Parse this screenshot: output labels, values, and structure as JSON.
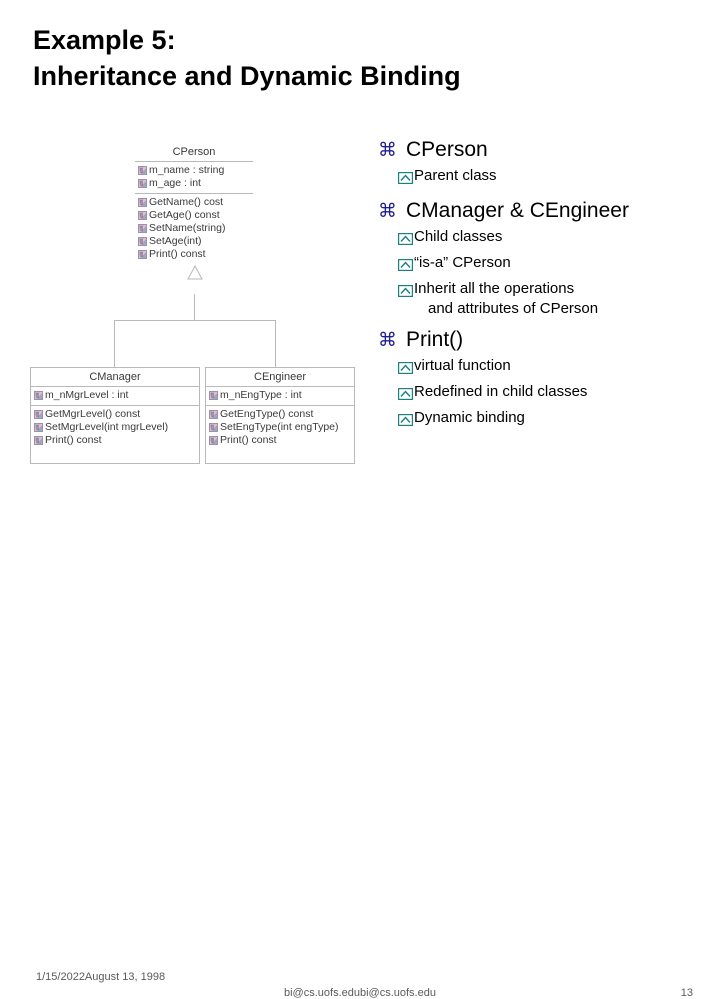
{
  "slide": {
    "title_lines": [
      "Example 5:",
      "Inheritance and Dynamic Binding"
    ]
  },
  "diagram": {
    "classes": [
      {
        "name": "CPerson",
        "attributes": [
          "m_name : string",
          "m_age : int"
        ],
        "operations": [
          "GetName() cost",
          "GetAge() const",
          "SetName(string)",
          "SetAge(int)",
          "Print() const"
        ]
      },
      {
        "name": "CManager",
        "attributes": [
          "m_nMgrLevel : int"
        ],
        "operations": [
          "GetMgrLevel() const",
          "SetMgrLevel(int mgrLevel)",
          "Print() const"
        ]
      },
      {
        "name": "CEngineer",
        "attributes": [
          "m_nEngType : int"
        ],
        "operations": [
          "GetEngType() const",
          "SetEngType(int engType)",
          "Print() const"
        ]
      }
    ],
    "relation": "generalization",
    "line_color": "#b9b9b9",
    "member_icon": "member-icon"
  },
  "outline": {
    "level1_bullet_glyph": "⌘",
    "level1_bullet_color": "#1f1f8f",
    "level2_bullet_icon": "caret-box-icon",
    "level2_bullet_color": "#1a8080",
    "groups": [
      {
        "heading": "CPerson",
        "items": [
          {
            "text": "Parent class",
            "continuation": ""
          }
        ]
      },
      {
        "heading": "CManager & CEngineer",
        "items": [
          {
            "text": "Child classes",
            "continuation": ""
          },
          {
            "text": "“is-a” CPerson",
            "continuation": ""
          },
          {
            "text": "Inherit all the operations",
            "continuation": "and attributes of CPerson"
          }
        ]
      },
      {
        "heading": "Print()",
        "items": [
          {
            "text": "virtual function",
            "continuation": ""
          },
          {
            "text": "Redefined in child classes",
            "continuation": ""
          },
          {
            "text": "Dynamic binding",
            "continuation": ""
          }
        ]
      }
    ]
  },
  "footer": {
    "date": "1/15/2022August 13, 1998",
    "email": "bi@cs.uofs.edubi@cs.uofs.edu",
    "page_number": "13"
  }
}
